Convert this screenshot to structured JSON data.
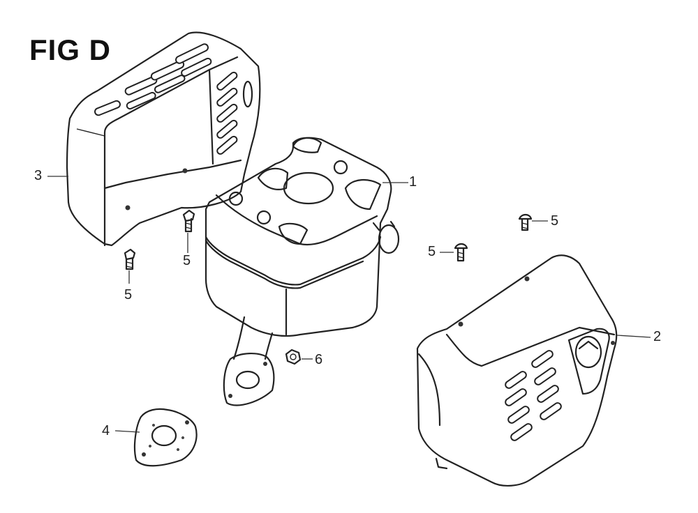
{
  "figure": {
    "title": "FIG D"
  },
  "callouts": [
    {
      "id": "c1",
      "label": "1"
    },
    {
      "id": "c2",
      "label": "2"
    },
    {
      "id": "c3",
      "label": "3"
    },
    {
      "id": "c4",
      "label": "4"
    },
    {
      "id": "c5a",
      "label": "5"
    },
    {
      "id": "c5b",
      "label": "5"
    },
    {
      "id": "c5c",
      "label": "5"
    },
    {
      "id": "c5d",
      "label": "5"
    },
    {
      "id": "c6",
      "label": "6"
    }
  ]
}
